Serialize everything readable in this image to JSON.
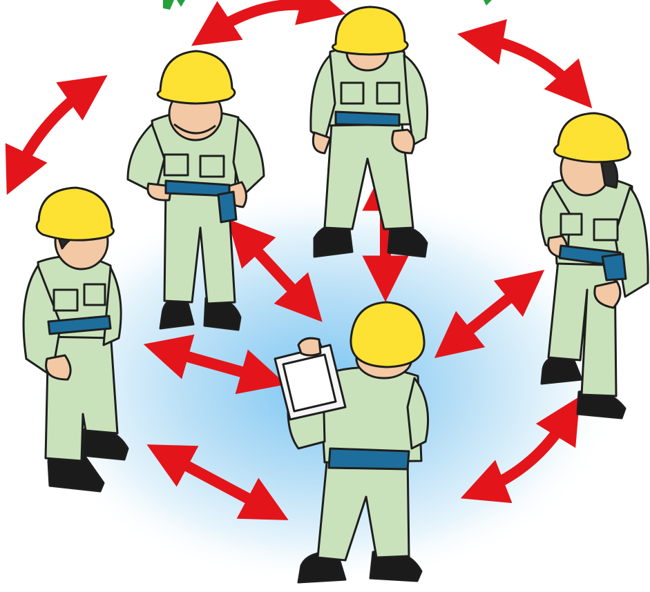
{
  "scene": {
    "colors": {
      "background": "#ffffff",
      "glow_inner": "#8fd0f4",
      "glow_outer": "#ffffff",
      "helmet": "#fde234",
      "uniform": "#c9e2bb",
      "uniform_shadow": "#a9c99a",
      "belt": "#1d6e9c",
      "boots": "#1b1b1b",
      "skin": "#f2c9a4",
      "hair": "#2a2a2a",
      "arrow": "#e3151a",
      "outline": "#1e1e1e",
      "clipboard": "#f5f5f5",
      "top_text_fragment": "#23a23a"
    },
    "workers": [
      {
        "name": "worker-top-center",
        "helmet_icon": "helmet-icon"
      },
      {
        "name": "worker-top-left",
        "helmet_icon": "helmet-icon"
      },
      {
        "name": "worker-left",
        "helmet_icon": "helmet-icon"
      },
      {
        "name": "worker-right",
        "helmet_icon": "helmet-icon"
      },
      {
        "name": "worker-center-leader",
        "helmet_icon": "helmet-icon",
        "holding": "clipboard-icon"
      }
    ],
    "arrows": [
      {
        "name": "arrow-outer-top-left"
      },
      {
        "name": "arrow-outer-left"
      },
      {
        "name": "arrow-outer-top-right"
      },
      {
        "name": "arrow-outer-bottom-right"
      },
      {
        "name": "arrow-inner-top-left"
      },
      {
        "name": "arrow-inner-top"
      },
      {
        "name": "arrow-inner-right"
      },
      {
        "name": "arrow-inner-left"
      },
      {
        "name": "arrow-inner-bottom-left"
      }
    ]
  }
}
